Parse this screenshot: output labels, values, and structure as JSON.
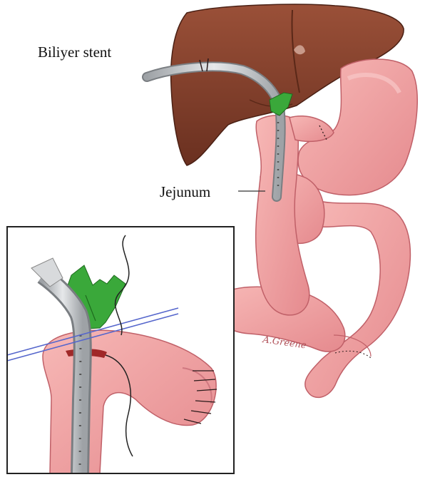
{
  "labels": {
    "biliary_stent": "Biliyer stent",
    "jejunum": "Jejunum"
  },
  "signature": "A.Greene",
  "colors": {
    "liver": "#8a4230",
    "liver_dark": "#5e2a1c",
    "bowel": "#f0a0a0",
    "bowel_dark": "#d8707a",
    "stent": "#b8bcc0",
    "duct_green": "#3aa83a",
    "thread_blue": "#5566cc"
  }
}
